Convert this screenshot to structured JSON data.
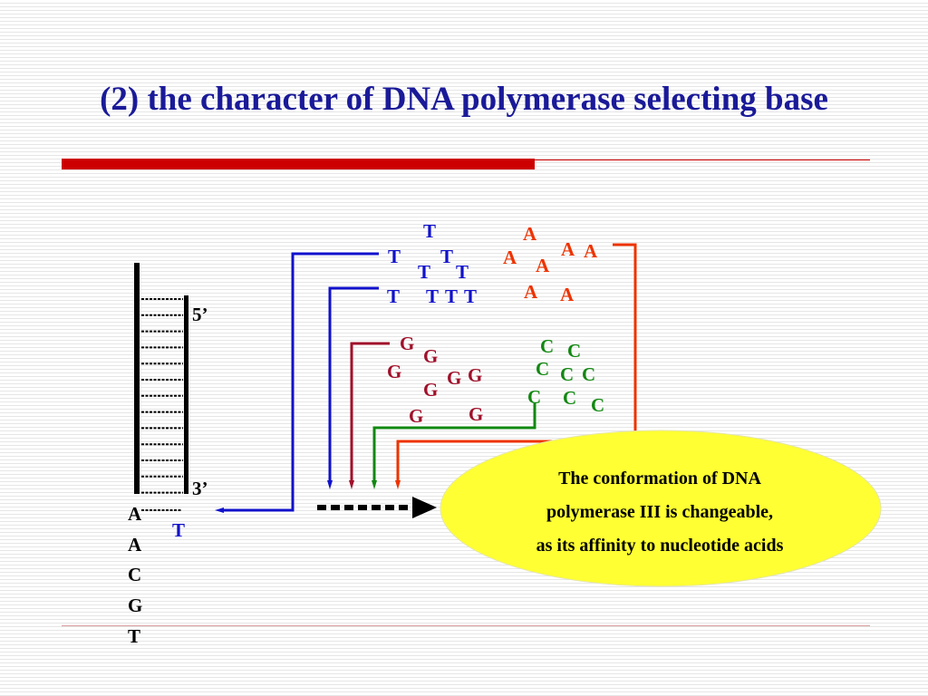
{
  "slide": {
    "title": "(2) the character of DNA polymerase selecting base"
  },
  "strand": {
    "label_5": "5’",
    "label_3": "3’",
    "template_bases": [
      "A",
      "A",
      "C",
      "G",
      "T"
    ],
    "new_base": "T"
  },
  "nucleotide_pools": {
    "T": [
      "T",
      "T",
      "T",
      "T",
      "T",
      "T",
      "T",
      "T",
      "T"
    ],
    "A": [
      "A",
      "A",
      "A",
      "A",
      "A",
      "A",
      "A"
    ],
    "G": [
      "G",
      "G",
      "G",
      "G",
      "G",
      "G",
      "G",
      "G"
    ],
    "C": [
      "C",
      "C",
      "C",
      "C",
      "C",
      "C",
      "C",
      "C"
    ]
  },
  "callout": {
    "line1": "The conformation of DNA",
    "line2": "polymerase III is changeable,",
    "line3": "as its affinity to nucleotide acids",
    "fill_color": "#ffff33"
  },
  "colors": {
    "title": "#1a1a99",
    "T": "#1111cc",
    "A": "#ee3300",
    "G": "#a0102a",
    "C": "#118811"
  }
}
